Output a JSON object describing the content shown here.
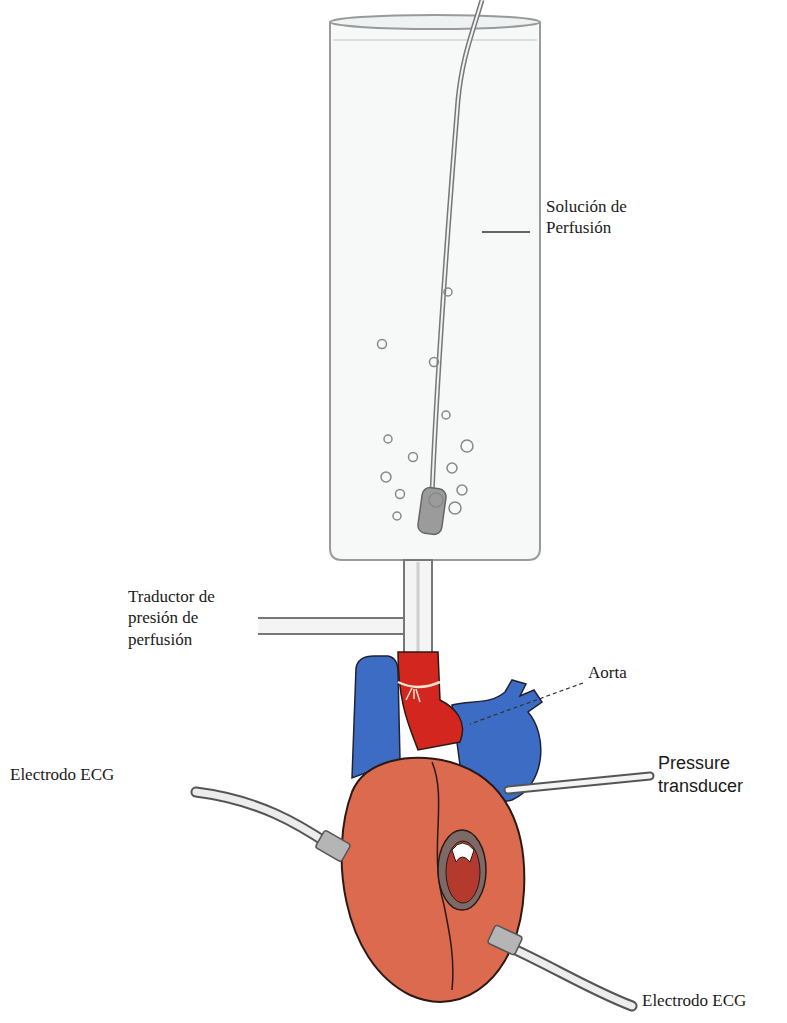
{
  "diagram": {
    "labels": [
      "Solución de Perfusión",
      "Traductor de presión de perfusión",
      "Aorta",
      "Pressure transducer",
      "Electrodo ECG",
      "Electrodo ECG"
    ]
  }
}
